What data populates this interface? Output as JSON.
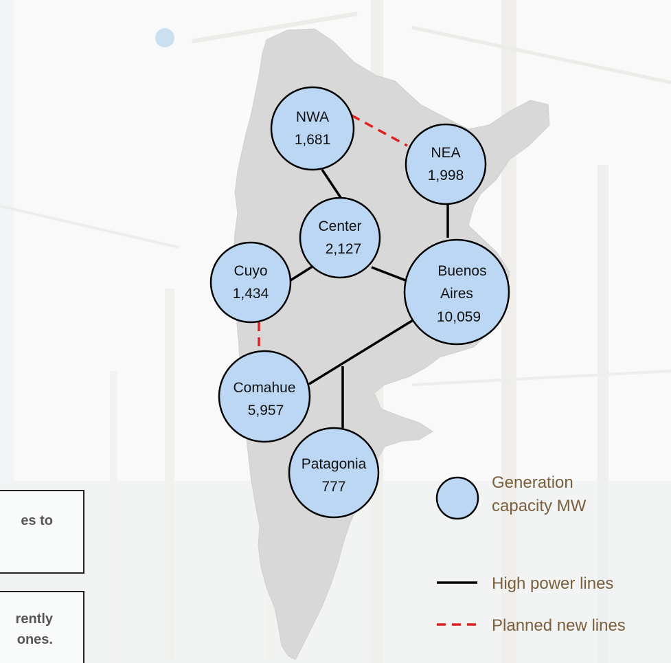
{
  "nodes": [
    {
      "id": "nwa",
      "name": "NWA",
      "value": "1,681"
    },
    {
      "id": "nea",
      "name": "NEA",
      "value": "1,998"
    },
    {
      "id": "center",
      "name": "Center",
      "value": "2,127"
    },
    {
      "id": "cuyo",
      "name": "Cuyo",
      "value": "1,434"
    },
    {
      "id": "buenos-aires",
      "name_line1": "Buenos",
      "name_line2": "Aires",
      "value": "10,059"
    },
    {
      "id": "comahue",
      "name": "Comahue",
      "value": "5,957"
    },
    {
      "id": "patagonia",
      "name": "Patagonia",
      "value": "777"
    }
  ],
  "legend": {
    "capacity_line1": "Generation",
    "capacity_line2": "capacity MW",
    "high_power": "High power lines",
    "planned": "Planned new lines"
  },
  "partial_boxes": {
    "box1_line1": "es to",
    "box2_line1": "rently",
    "box2_line2": "ones."
  },
  "colors": {
    "node_fill": "#bcd7f3",
    "node_stroke": "#000000",
    "map_fill": "#d8d8d8",
    "planned_line": "#e02020",
    "legend_text": "#7a5f3c"
  }
}
